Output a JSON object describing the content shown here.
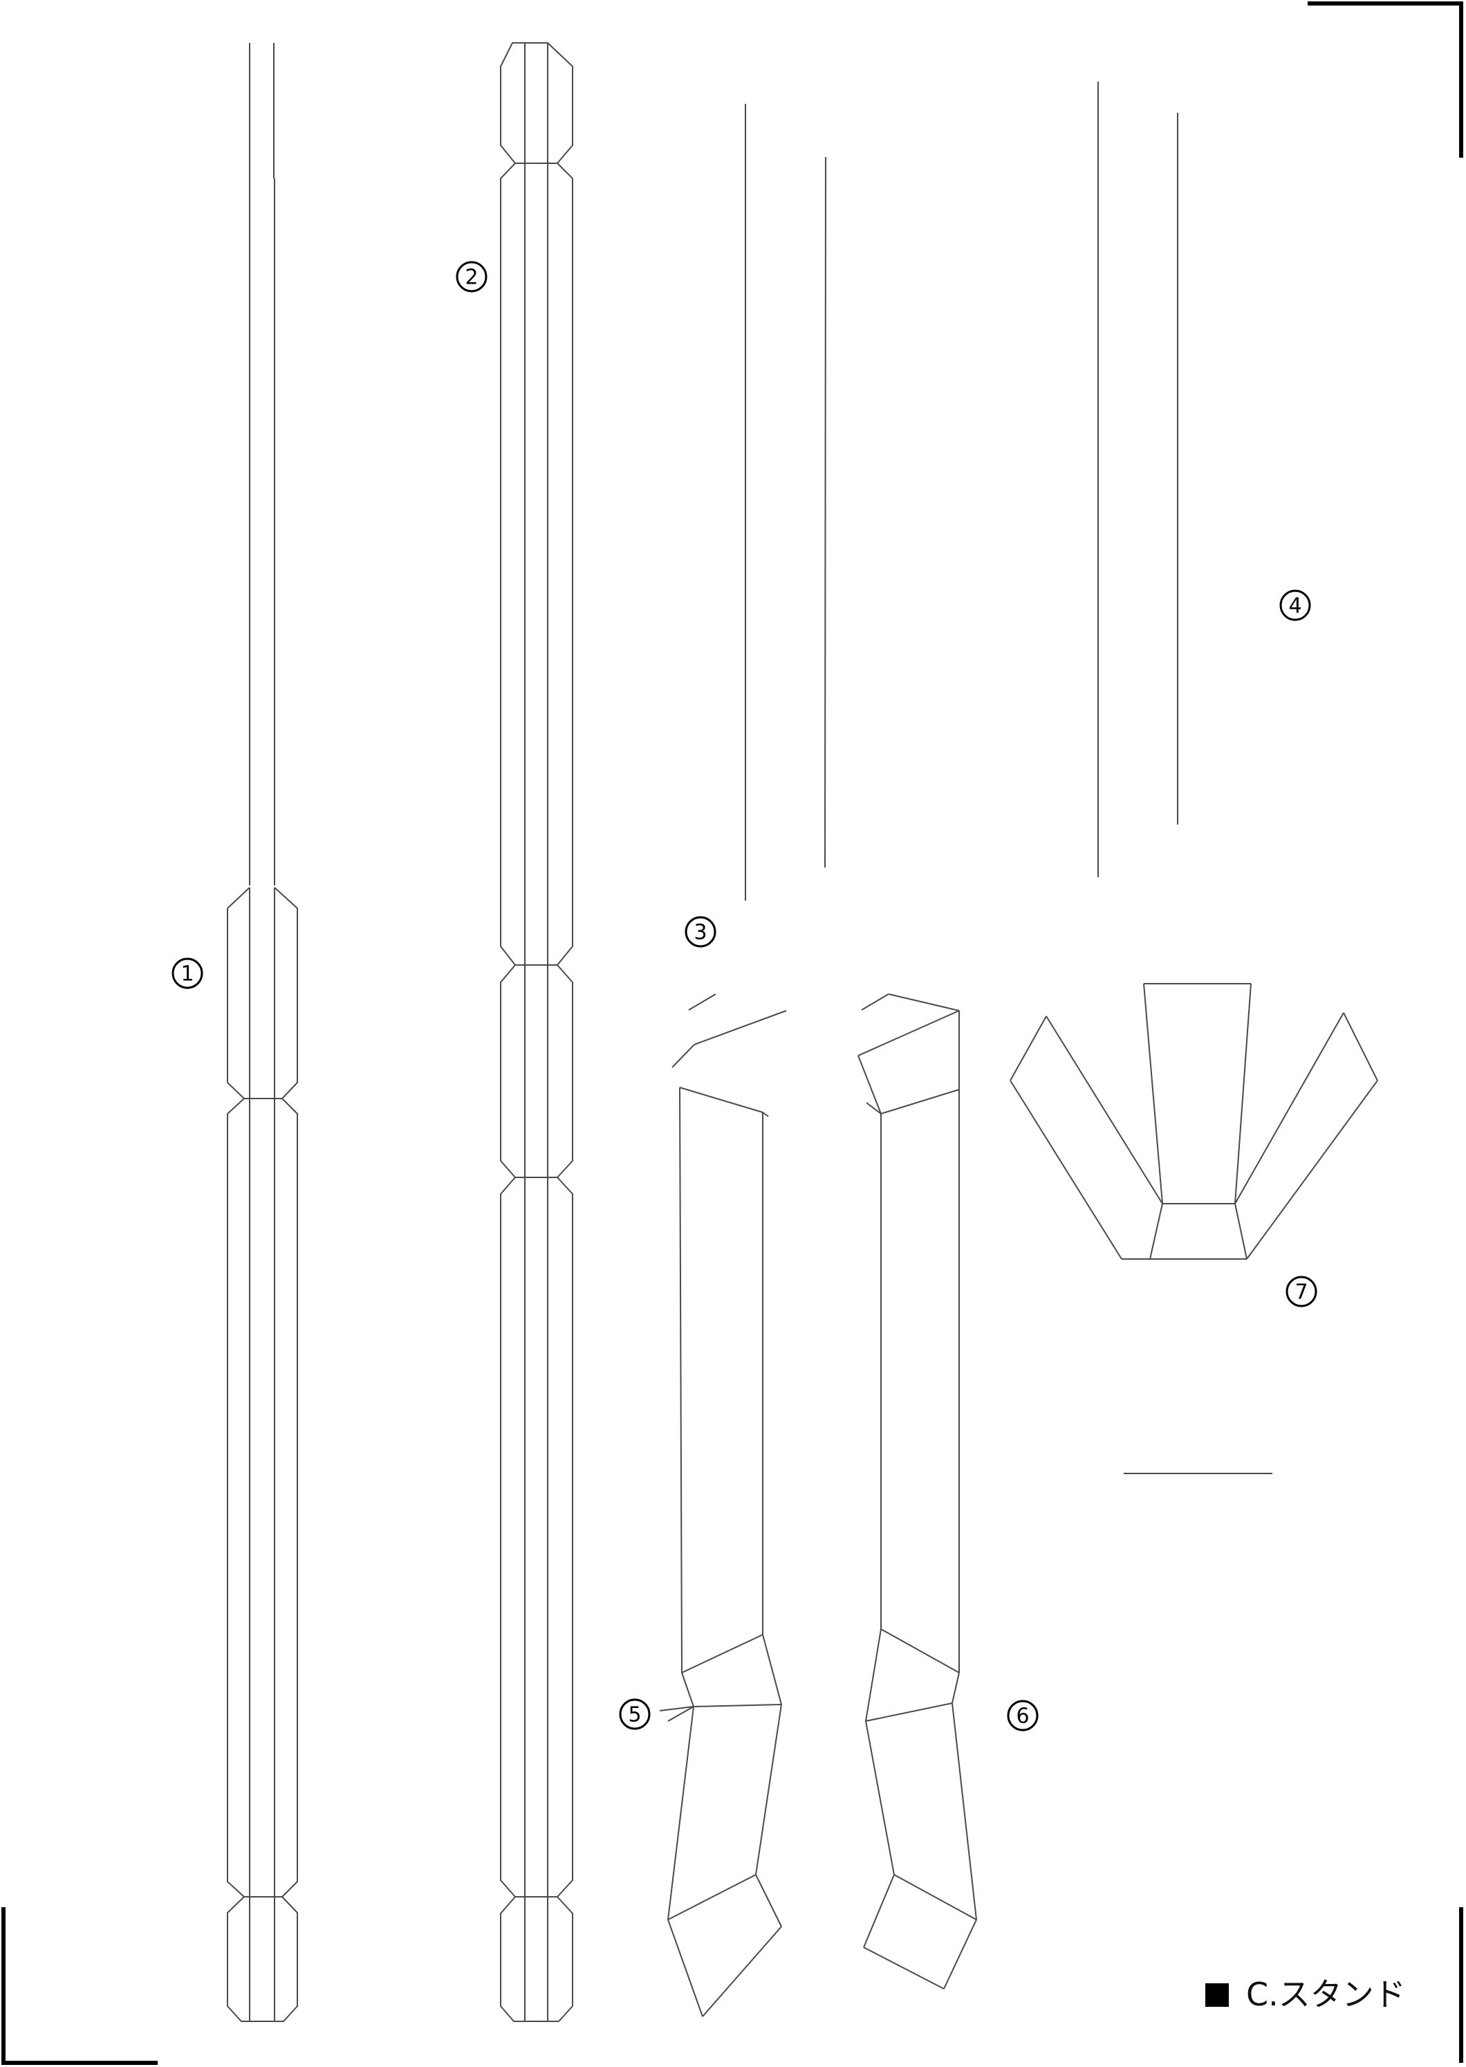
{
  "sheet_label": "C.スタンド",
  "sheet_label_square": "■",
  "part_numbers": [
    "1",
    "2",
    "3",
    "4",
    "5",
    "6",
    "7"
  ]
}
